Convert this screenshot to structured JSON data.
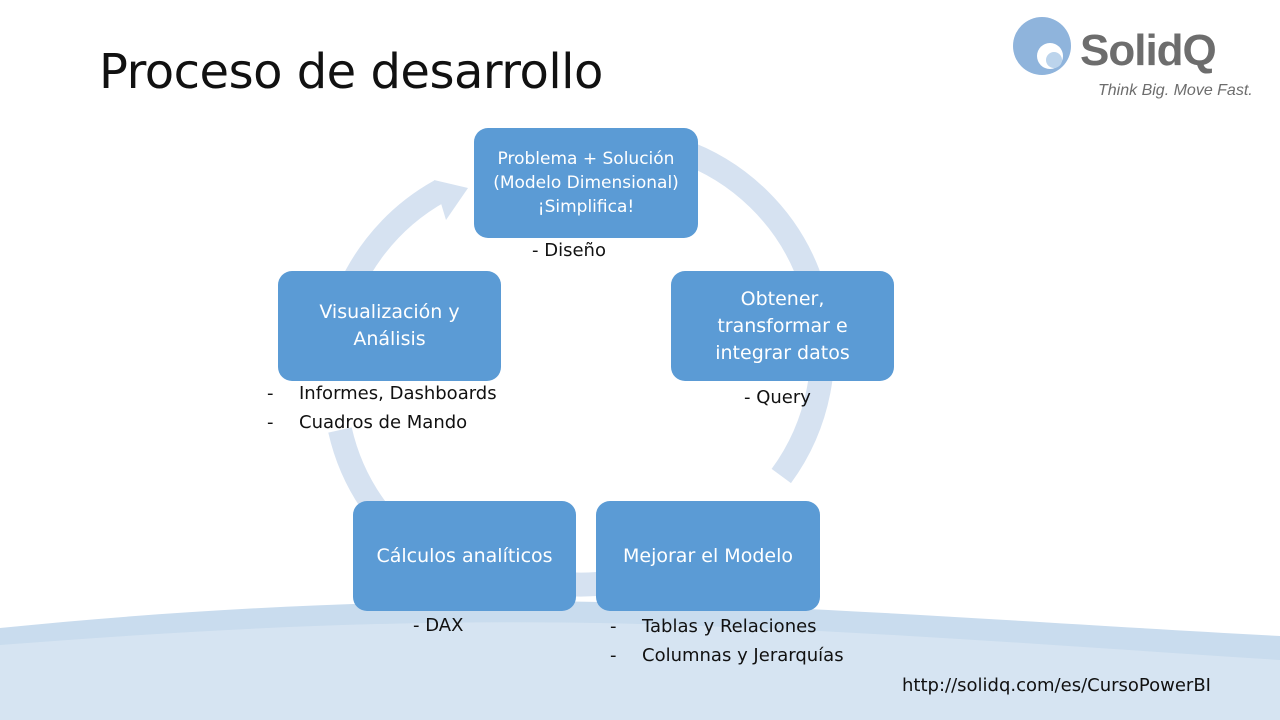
{
  "slide": {
    "title": "Proceso de desarrollo",
    "url": "http://solidq.com/es/CursoPowerBI"
  },
  "logo": {
    "name": "SolidQ",
    "tagline": "Think Big. Move Fast."
  },
  "colors": {
    "box_fill": "#5b9bd5",
    "ring": "#d6e2f1",
    "wave": "#c9dcee",
    "logo_blue": "#8fb4dc",
    "logo_gray": "#6d6d6d"
  },
  "cycle": {
    "steps": [
      {
        "lines": [
          "Problema + Solución",
          "(Modelo Dimensional)",
          "¡Simplifica!"
        ],
        "notes": [
          "- Diseño"
        ]
      },
      {
        "lines": [
          "Obtener,",
          "transformar e",
          "integrar datos"
        ],
        "notes": [
          "- Query"
        ]
      },
      {
        "lines": [
          "Mejorar el Modelo"
        ],
        "notes": [
          "Tablas y Relaciones",
          "Columnas y Jerarquías"
        ]
      },
      {
        "lines": [
          "Cálculos analíticos"
        ],
        "notes": [
          "- DAX"
        ]
      },
      {
        "lines": [
          "Visualización y",
          "Análisis"
        ],
        "notes": [
          "Informes, Dashboards",
          "Cuadros de Mando"
        ]
      }
    ],
    "list_dash": "-"
  }
}
